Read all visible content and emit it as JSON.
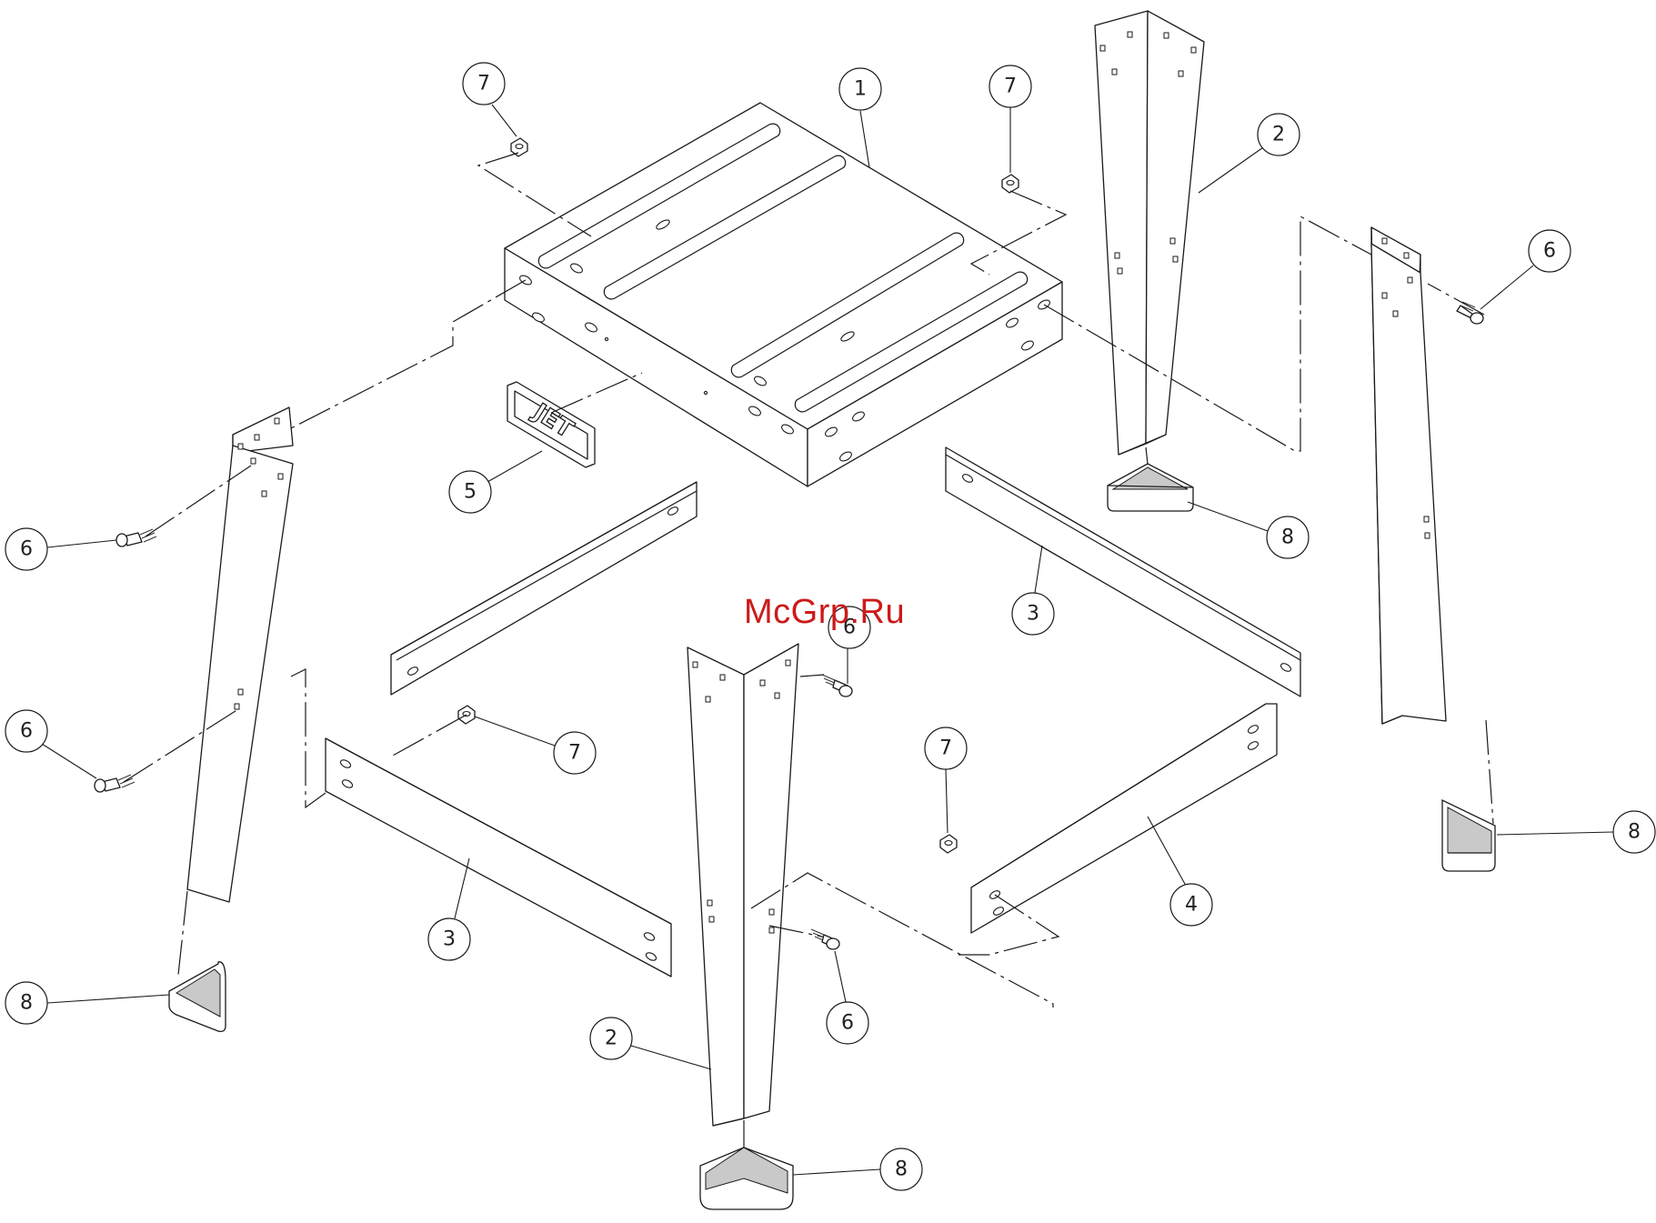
{
  "watermark": {
    "text": "McGrp.Ru",
    "color": "#cc1a1a"
  },
  "logo_plate": {
    "text": "JET"
  },
  "callouts": [
    {
      "id": "balloon-1-tabletop",
      "label": "1"
    },
    {
      "id": "balloon-2-leg-back",
      "label": "2"
    },
    {
      "id": "balloon-2-leg-front",
      "label": "2"
    },
    {
      "id": "balloon-3-stretcher-upper-right",
      "label": "3"
    },
    {
      "id": "balloon-3-stretcher-lower-left",
      "label": "3"
    },
    {
      "id": "balloon-4-stretcher-lower-right",
      "label": "4"
    },
    {
      "id": "balloon-5-logo-plate",
      "label": "5"
    },
    {
      "id": "balloon-6-bolt-right",
      "label": "6"
    },
    {
      "id": "balloon-6-bolt-left-upper",
      "label": "6"
    },
    {
      "id": "balloon-6-bolt-left-lower",
      "label": "6"
    },
    {
      "id": "balloon-6-bolt-front-upper",
      "label": "6"
    },
    {
      "id": "balloon-6-bolt-front-lower",
      "label": "6"
    },
    {
      "id": "balloon-7-nut-top-left",
      "label": "7"
    },
    {
      "id": "balloon-7-nut-top-right",
      "label": "7"
    },
    {
      "id": "balloon-7-nut-mid-left",
      "label": "7"
    },
    {
      "id": "balloon-7-nut-mid-right",
      "label": "7"
    },
    {
      "id": "balloon-8-foot-back",
      "label": "8"
    },
    {
      "id": "balloon-8-foot-right",
      "label": "8"
    },
    {
      "id": "balloon-8-foot-left",
      "label": "8"
    },
    {
      "id": "balloon-8-foot-front",
      "label": "8"
    }
  ]
}
